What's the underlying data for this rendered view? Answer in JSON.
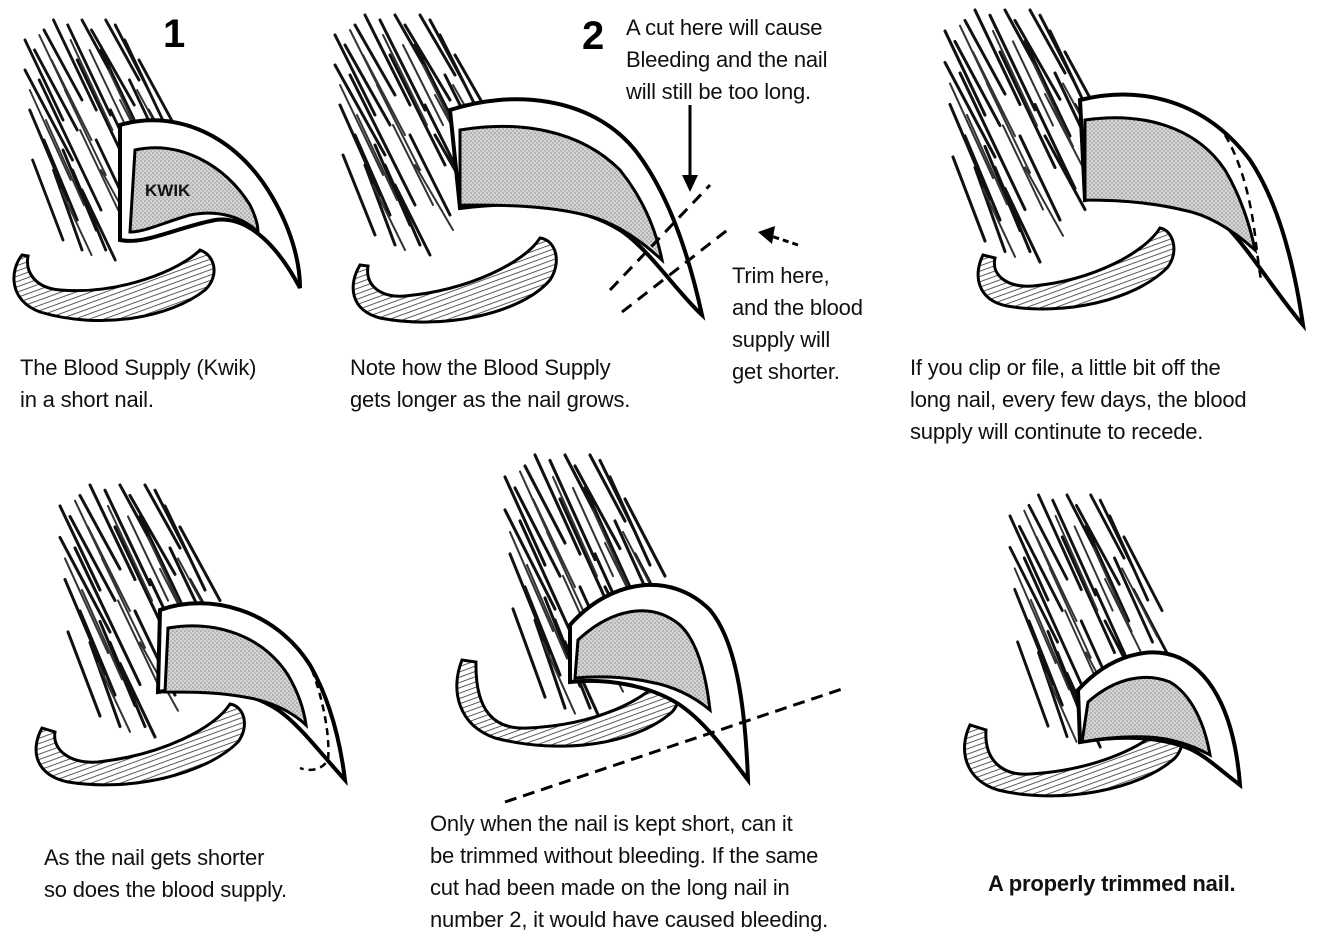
{
  "panel1": {
    "number": "1",
    "kwik_label": "KWIK",
    "caption_lines": [
      "The Blood Supply (Kwik)",
      "in a short nail."
    ]
  },
  "panel2": {
    "number": "2",
    "cut_note_lines": [
      "A cut here will cause",
      "Bleeding and the nail",
      "will still be too long."
    ],
    "trim_note_lines": [
      "Trim here,",
      "and the blood",
      "supply will",
      "get shorter."
    ],
    "caption_lines": [
      "Note how the Blood Supply",
      "gets longer as the nail grows."
    ]
  },
  "panel3": {
    "caption_lines": [
      "If you clip or file, a little bit off the",
      "long nail, every few days, the blood",
      "supply will continute to recede."
    ]
  },
  "panel4": {
    "caption_lines": [
      "As the nail gets shorter",
      "so does the blood supply."
    ]
  },
  "panel5": {
    "caption_lines": [
      "Only when the nail is kept short, can it",
      "be trimmed without bleeding. If the same",
      "cut had been made on the long nail in",
      "number 2, it would have caused bleeding."
    ]
  },
  "panel6": {
    "caption_lines": [
      "A properly trimmed nail."
    ]
  }
}
